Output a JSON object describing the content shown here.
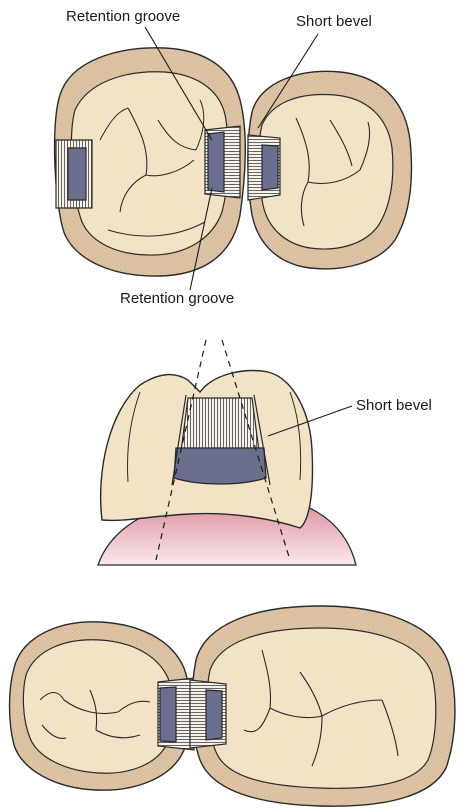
{
  "labels": {
    "retention_groove_top": "Retention groove",
    "short_bevel_top": "Short bevel",
    "retention_groove_bottom": "Retention groove",
    "short_bevel_middle": "Short bevel"
  },
  "colors": {
    "tooth_fill": "#f3e3c6",
    "tooth_rim": "#ddc2a0",
    "prep_inner": "#6a6f8d",
    "hatch": "#5a5a5a",
    "gingiva": "#e7a3ad",
    "outline": "#2a2a2a"
  },
  "figures": [
    {
      "name": "top-occlusal-view-pair"
    },
    {
      "name": "middle-proximal-view"
    },
    {
      "name": "bottom-occlusal-view-pair"
    }
  ]
}
